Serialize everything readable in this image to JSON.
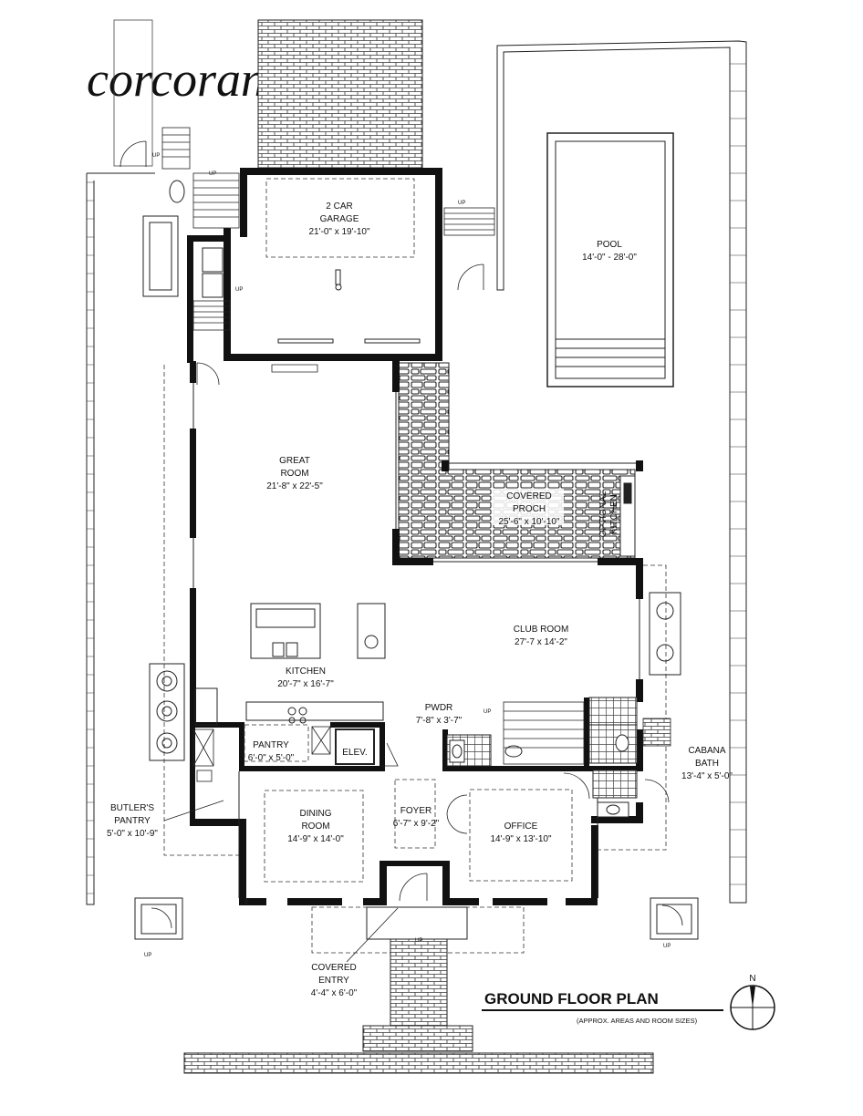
{
  "brand": {
    "logo_text": "corcoran"
  },
  "plan": {
    "title": "GROUND FLOOR PLAN",
    "subtitle": "(APPROX. AREAS AND ROOM SIZES)",
    "north_label": "N",
    "up_label": "UP"
  },
  "rooms": {
    "garage": {
      "name1": "2 CAR",
      "name2": "GARAGE",
      "size": "21'-0\" x 19'-10\""
    },
    "pool": {
      "name1": "POOL",
      "size": "14'-0\" - 28'-0\""
    },
    "great_room": {
      "name1": "GREAT",
      "name2": "ROOM",
      "size": "21'-8\" x 22'-5\""
    },
    "covered_porch": {
      "name1": "COVERED",
      "name2": "PROCH",
      "size": "25'-6\" x 10'-10\""
    },
    "optional_kitchen": {
      "name1": "OPTIONAL",
      "name2": "KITCHEN"
    },
    "club_room": {
      "name1": "CLUB ROOM",
      "size": "27'-7 x 14'-2\""
    },
    "kitchen": {
      "name1": "KITCHEN",
      "size": "20'-7\" x 16'-7\""
    },
    "pwdr": {
      "name1": "PWDR",
      "size": "7'-8\" x 3'-7\""
    },
    "pantry": {
      "name1": "PANTRY",
      "size": "6'-0\" x 5'-0\""
    },
    "elevator": {
      "name1": "ELEV."
    },
    "cabana_bath": {
      "name1": "CABANA",
      "name2": "BATH",
      "size": "13'-4\" x 5'-0\""
    },
    "butlers_pantry": {
      "name1": "BUTLER'S",
      "name2": "PANTRY",
      "size": "5'-0\" x 10'-9\""
    },
    "dining_room": {
      "name1": "DINING",
      "name2": "ROOM",
      "size": "14'-9\" x 14'-0\""
    },
    "foyer": {
      "name1": "FOYER",
      "size": "6'-7\" x 9'-2\""
    },
    "office": {
      "name1": "OFFICE",
      "size": "14'-9\" x 13'-10\""
    },
    "covered_entry": {
      "name1": "COVERED",
      "name2": "ENTRY",
      "size": "4'-4\" x 6'-0\""
    }
  }
}
